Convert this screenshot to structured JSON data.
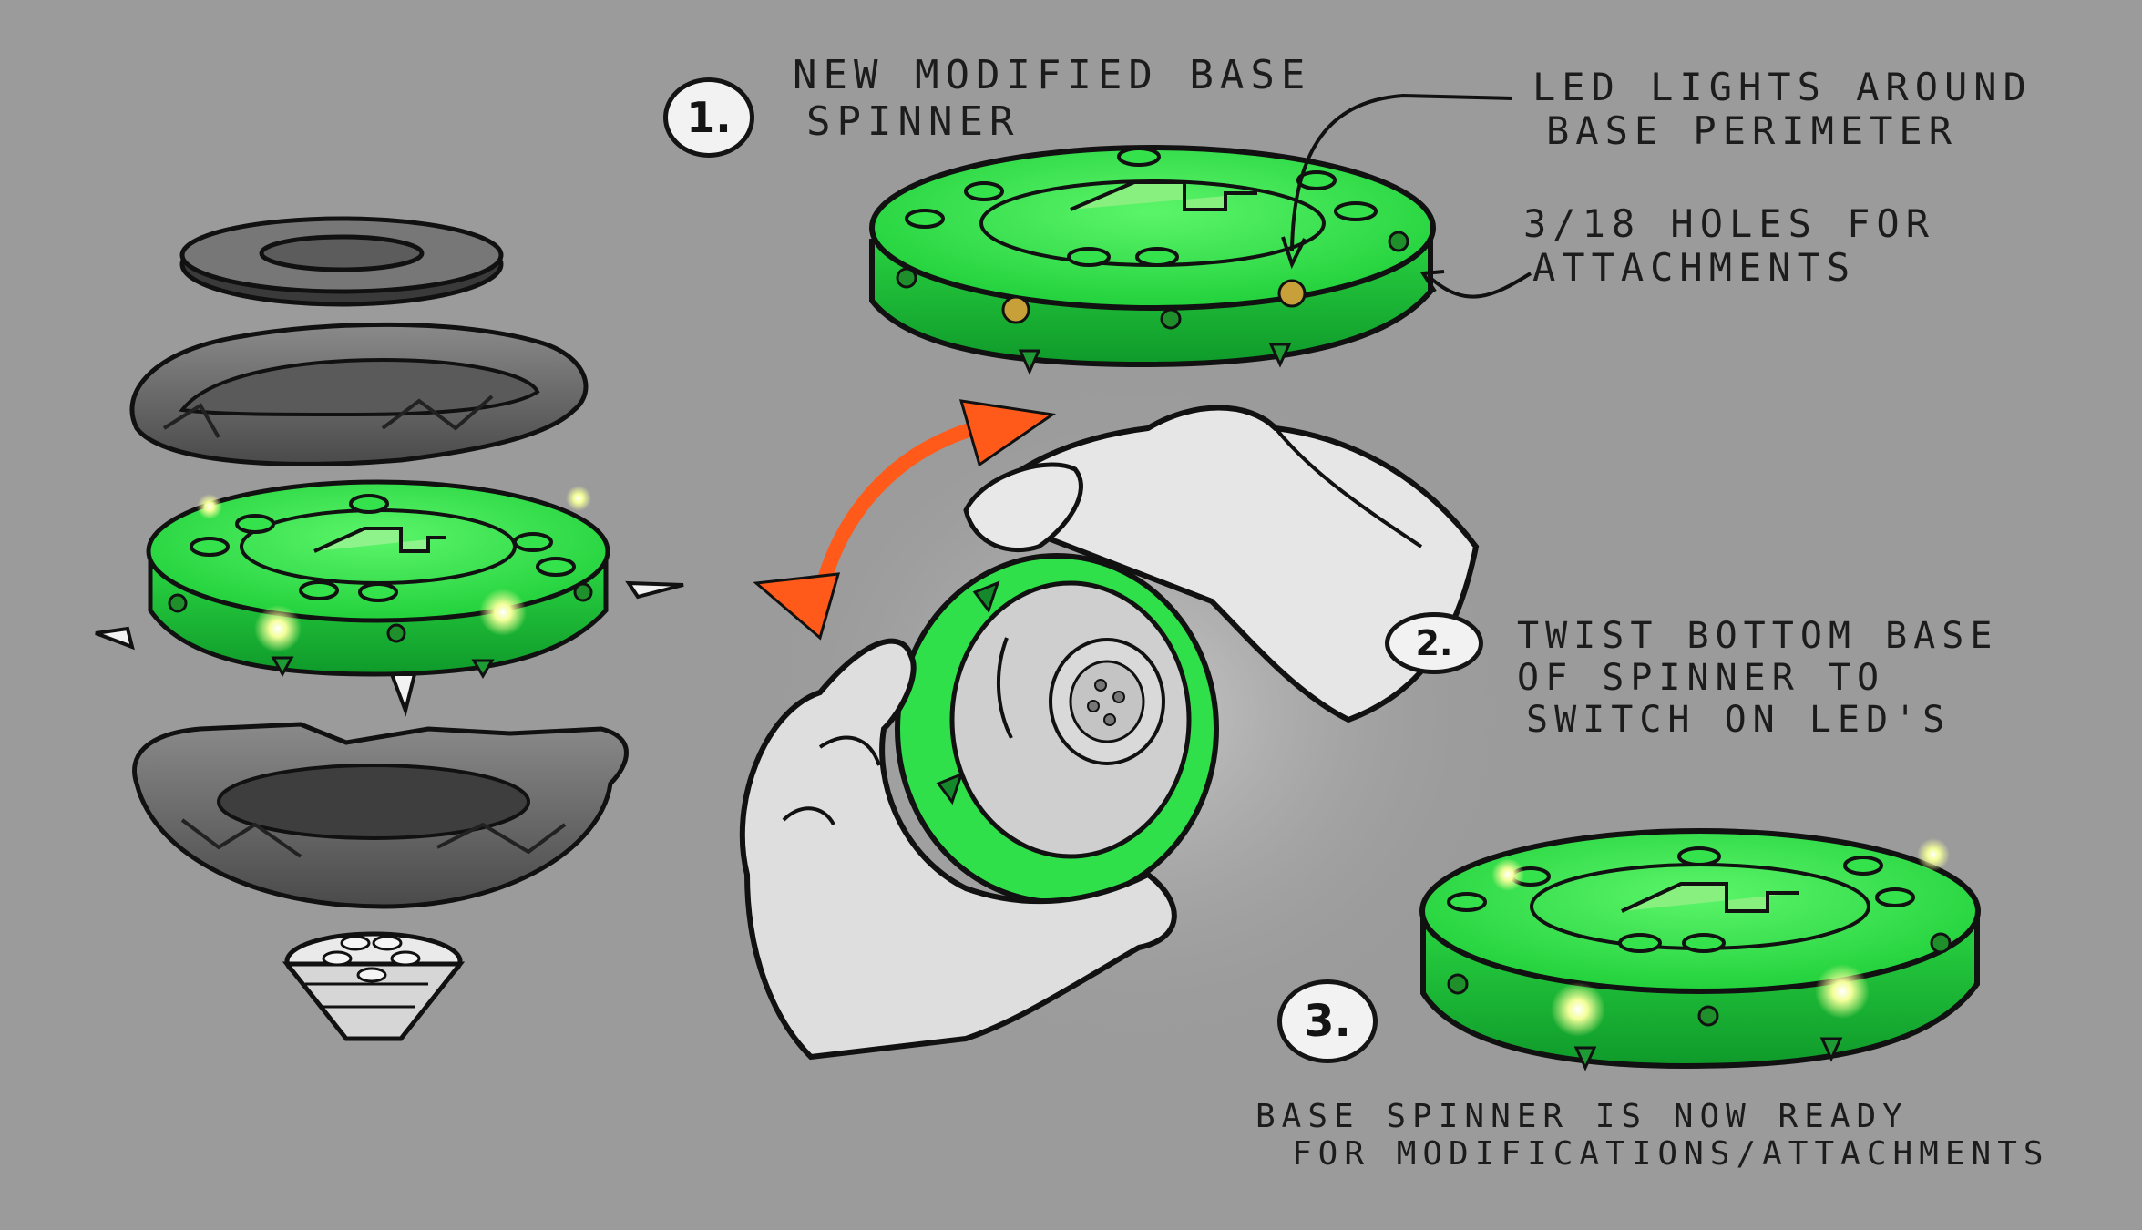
{
  "steps": [
    {
      "number": "1.",
      "lines": [
        "NEW MODIFIED BASE",
        "SPINNER"
      ]
    },
    {
      "number": "2.",
      "lines": [
        "TWIST BOTTOM BASE",
        "OF SPINNER TO",
        "SWITCH ON LED'S"
      ]
    },
    {
      "number": "3.",
      "lines": [
        "BASE SPINNER IS NOW READY",
        "FOR MODIFICATIONS/ATTACHMENTS"
      ]
    }
  ],
  "callouts": {
    "led": [
      "LED LIGHTS AROUND",
      "BASE PERIMETER"
    ],
    "holes": [
      "3/18 HOLES FOR",
      "ATTACHMENTS"
    ]
  },
  "colors": {
    "background": "#9b9b9b",
    "spinner_green": "#2fe04a",
    "spinner_dark": "#14882a",
    "led_yellow": "#f4ff9a",
    "twist_arrow": "#ff5a1a",
    "ink": "#141414"
  }
}
